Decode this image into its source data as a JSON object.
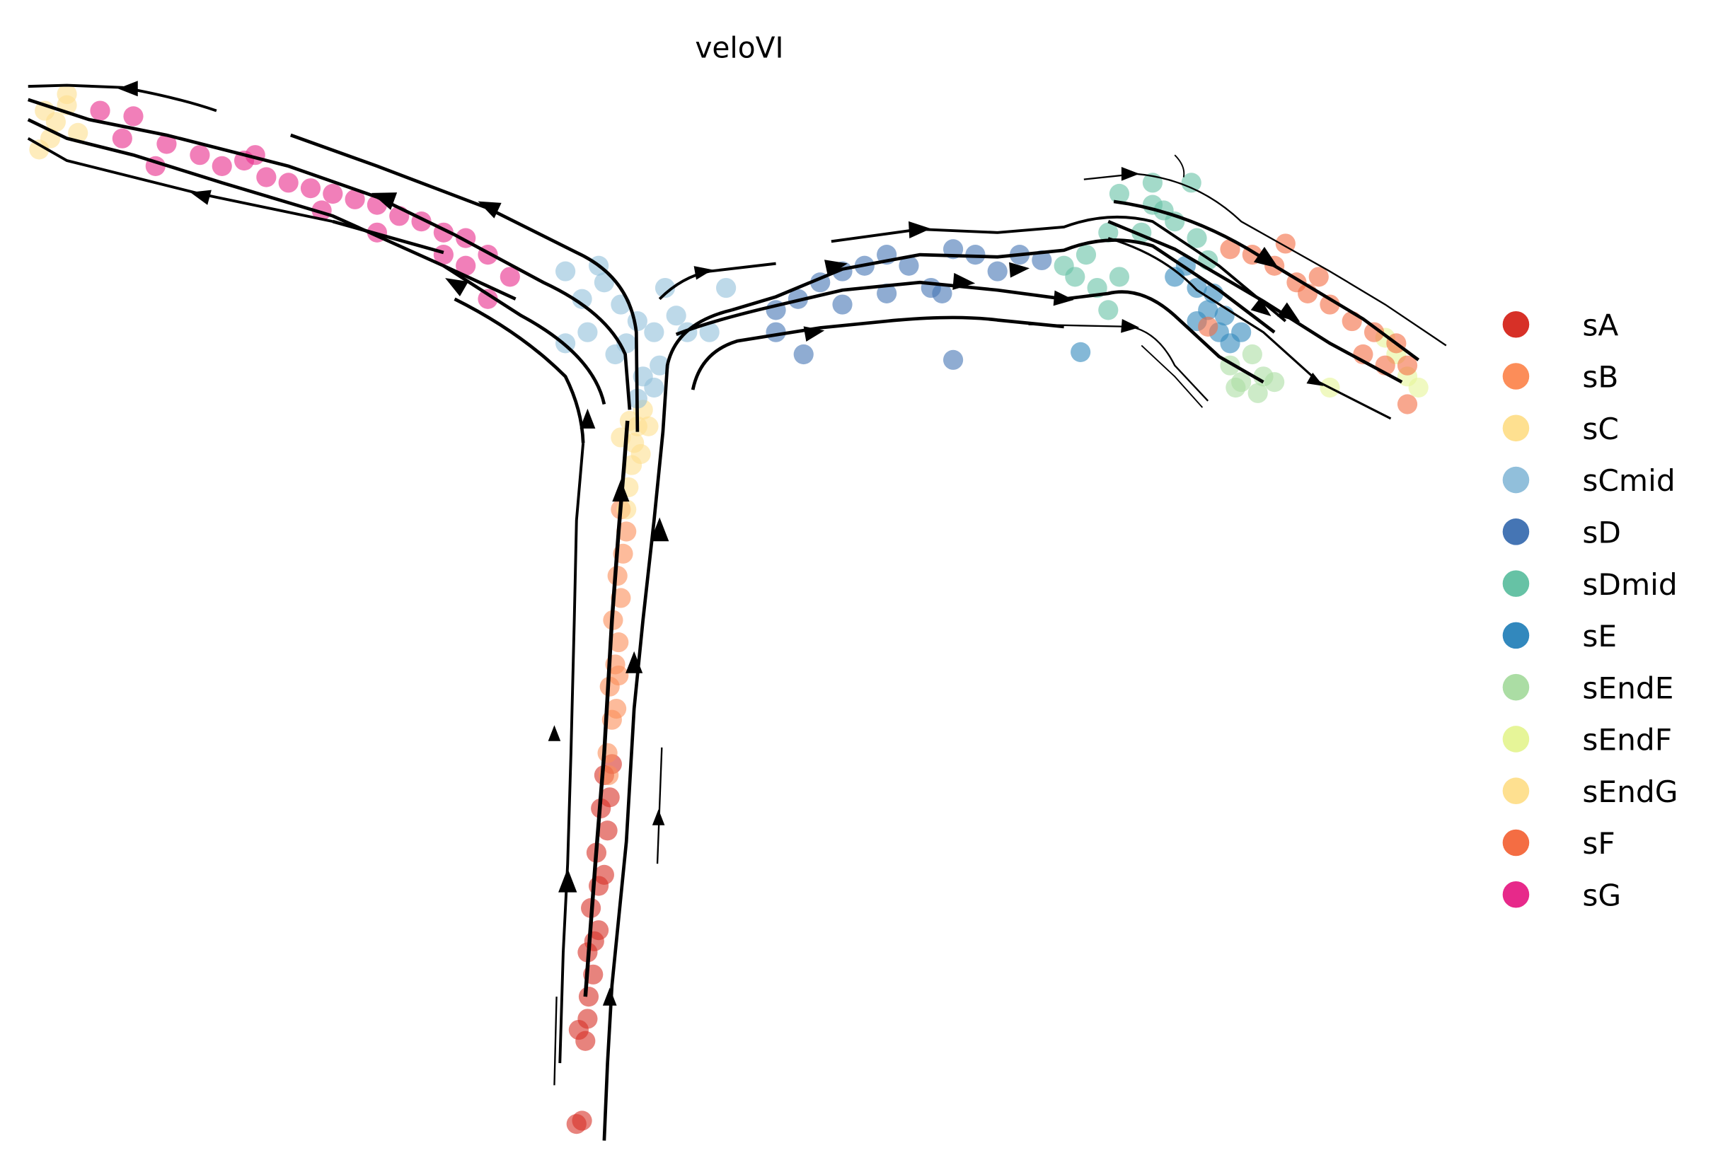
{
  "chart_data": {
    "type": "scatter",
    "title": "veloVI",
    "xlabel": "",
    "ylabel": "",
    "axes_visible": false,
    "grid": false,
    "xlim": [
      0,
      155
    ],
    "ylim": [
      0,
      104.3
    ],
    "legend_position": "right",
    "series": [
      {
        "name": "sA",
        "color": "#d73027",
        "points": [
          [
            52.0,
            2.8
          ],
          [
            52.5,
            3.1
          ],
          [
            52.8,
            10.3
          ],
          [
            52.2,
            11.3
          ],
          [
            53.0,
            12.3
          ],
          [
            53.5,
            16.3
          ],
          [
            53.0,
            18.3
          ],
          [
            54.0,
            20.3
          ],
          [
            53.3,
            22.3
          ],
          [
            54.5,
            25.3
          ],
          [
            53.8,
            27.3
          ],
          [
            54.8,
            29.3
          ],
          [
            54.2,
            31.3
          ],
          [
            55.0,
            32.3
          ],
          [
            54.5,
            34.3
          ],
          [
            55.2,
            35.3
          ],
          [
            54.0,
            24.3
          ],
          [
            53.6,
            19.3
          ],
          [
            53.1,
            14.3
          ]
        ]
      },
      {
        "name": "sB",
        "color": "#fc8d59",
        "points": [
          [
            54.8,
            36.3
          ],
          [
            55.2,
            39.3
          ],
          [
            55.0,
            42.3
          ],
          [
            55.5,
            44.3
          ],
          [
            55.8,
            46.3
          ],
          [
            55.3,
            48.3
          ],
          [
            56.0,
            50.3
          ],
          [
            55.7,
            52.3
          ],
          [
            56.2,
            54.3
          ],
          [
            56.5,
            56.3
          ],
          [
            56.0,
            58.3
          ],
          [
            55.6,
            40.3
          ],
          [
            54.9,
            34.3
          ],
          [
            55.8,
            43.3
          ]
        ]
      },
      {
        "name": "sC",
        "color": "#fee090",
        "points": [
          [
            56.5,
            58.3
          ],
          [
            56.7,
            60.3
          ],
          [
            57.0,
            62.3
          ],
          [
            57.2,
            64.3
          ],
          [
            57.5,
            65.8
          ],
          [
            56.8,
            66.3
          ],
          [
            58.0,
            67.3
          ],
          [
            56.0,
            64.8
          ],
          [
            58.5,
            65.8
          ],
          [
            57.8,
            63.3
          ]
        ]
      },
      {
        "name": "sCmid",
        "color": "#91bfdb",
        "points": [
          [
            51.0,
            79.8
          ],
          [
            54.0,
            80.3
          ],
          [
            52.5,
            77.3
          ],
          [
            56.0,
            76.8
          ],
          [
            57.5,
            75.3
          ],
          [
            56.5,
            73.3
          ],
          [
            59.0,
            74.3
          ],
          [
            60.0,
            78.3
          ],
          [
            62.0,
            74.3
          ],
          [
            58.0,
            70.3
          ],
          [
            57.5,
            68.3
          ],
          [
            59.5,
            71.3
          ],
          [
            51.0,
            73.3
          ],
          [
            53.0,
            74.3
          ],
          [
            55.5,
            72.3
          ],
          [
            64.0,
            74.3
          ],
          [
            65.5,
            78.3
          ],
          [
            61.0,
            75.8
          ],
          [
            54.5,
            78.8
          ],
          [
            59.0,
            69.3
          ]
        ]
      },
      {
        "name": "sD",
        "color": "#4575b4",
        "points": [
          [
            70.0,
            76.3
          ],
          [
            72.0,
            77.3
          ],
          [
            74.0,
            78.8
          ],
          [
            76.0,
            79.8
          ],
          [
            78.0,
            80.3
          ],
          [
            80.0,
            81.3
          ],
          [
            82.0,
            80.3
          ],
          [
            84.0,
            78.3
          ],
          [
            86.0,
            81.8
          ],
          [
            88.0,
            81.3
          ],
          [
            90.0,
            79.8
          ],
          [
            92.0,
            81.3
          ],
          [
            94.0,
            80.8
          ],
          [
            72.5,
            72.3
          ],
          [
            86.0,
            71.8
          ],
          [
            85.0,
            77.8
          ],
          [
            76.0,
            76.8
          ],
          [
            80.0,
            77.8
          ],
          [
            70.0,
            74.3
          ]
        ]
      },
      {
        "name": "sDmid",
        "color": "#66c2a5",
        "points": [
          [
            96.0,
            80.3
          ],
          [
            98.0,
            81.3
          ],
          [
            100.0,
            83.3
          ],
          [
            101.0,
            86.8
          ],
          [
            104.0,
            87.8
          ],
          [
            105.0,
            85.3
          ],
          [
            103.0,
            83.3
          ],
          [
            106.0,
            84.3
          ],
          [
            107.5,
            87.8
          ],
          [
            99.0,
            78.3
          ],
          [
            101.0,
            79.3
          ],
          [
            104.0,
            85.8
          ],
          [
            108.0,
            82.8
          ],
          [
            109.0,
            80.8
          ],
          [
            97.0,
            79.3
          ],
          [
            100.0,
            76.3
          ]
        ]
      },
      {
        "name": "sE",
        "color": "#3288bd",
        "points": [
          [
            106.0,
            79.3
          ],
          [
            108.0,
            78.3
          ],
          [
            109.0,
            76.3
          ],
          [
            110.0,
            74.3
          ],
          [
            111.0,
            73.3
          ],
          [
            109.5,
            77.8
          ],
          [
            112.0,
            74.3
          ],
          [
            108.0,
            75.3
          ],
          [
            97.5,
            72.5
          ],
          [
            107.0,
            80.3
          ],
          [
            110.5,
            75.8
          ]
        ]
      },
      {
        "name": "sEndE",
        "color": "#abdda4",
        "points": [
          [
            111.0,
            71.3
          ],
          [
            112.0,
            69.8
          ],
          [
            114.0,
            70.3
          ],
          [
            113.0,
            72.3
          ],
          [
            115.0,
            69.8
          ],
          [
            111.5,
            69.3
          ],
          [
            113.5,
            68.8
          ]
        ]
      },
      {
        "name": "sEndF",
        "color": "#e6f598",
        "points": [
          [
            120.0,
            69.3
          ],
          [
            126.0,
            72.3
          ],
          [
            127.0,
            70.3
          ],
          [
            128.0,
            69.3
          ],
          [
            125.0,
            73.8
          ]
        ]
      },
      {
        "name": "sEndG",
        "color": "#fee090",
        "points": [
          [
            4.0,
            94.3
          ],
          [
            5.0,
            93.3
          ],
          [
            6.0,
            94.8
          ],
          [
            4.5,
            91.8
          ],
          [
            3.5,
            90.8
          ],
          [
            7.0,
            92.3
          ],
          [
            6.0,
            95.8
          ]
        ]
      },
      {
        "name": "sF",
        "color": "#f46d43",
        "points": [
          [
            111.0,
            81.8
          ],
          [
            113.0,
            81.3
          ],
          [
            115.0,
            80.3
          ],
          [
            116.0,
            82.3
          ],
          [
            117.0,
            78.8
          ],
          [
            118.0,
            77.8
          ],
          [
            120.0,
            76.8
          ],
          [
            122.0,
            75.3
          ],
          [
            124.0,
            74.3
          ],
          [
            126.0,
            73.3
          ],
          [
            127.0,
            71.3
          ],
          [
            125.0,
            71.3
          ],
          [
            123.0,
            72.3
          ],
          [
            119.0,
            79.3
          ],
          [
            109.0,
            74.8
          ],
          [
            127.0,
            67.8
          ]
        ]
      },
      {
        "name": "sG",
        "color": "#e7298a",
        "points": [
          [
            9.0,
            94.3
          ],
          [
            12.0,
            93.8
          ],
          [
            11.0,
            91.8
          ],
          [
            15.0,
            91.3
          ],
          [
            14.0,
            89.3
          ],
          [
            18.0,
            90.3
          ],
          [
            20.0,
            89.3
          ],
          [
            22.0,
            89.8
          ],
          [
            24.0,
            88.3
          ],
          [
            26.0,
            87.8
          ],
          [
            28.0,
            87.3
          ],
          [
            30.0,
            86.8
          ],
          [
            32.0,
            86.3
          ],
          [
            34.0,
            85.8
          ],
          [
            36.0,
            84.8
          ],
          [
            38.0,
            84.3
          ],
          [
            40.0,
            83.3
          ],
          [
            42.0,
            82.8
          ],
          [
            44.0,
            81.3
          ],
          [
            46.0,
            79.3
          ],
          [
            44.0,
            77.3
          ],
          [
            42.0,
            80.3
          ],
          [
            40.0,
            81.3
          ],
          [
            34.0,
            83.3
          ],
          [
            29.0,
            85.3
          ],
          [
            23.0,
            90.3
          ]
        ]
      }
    ]
  }
}
